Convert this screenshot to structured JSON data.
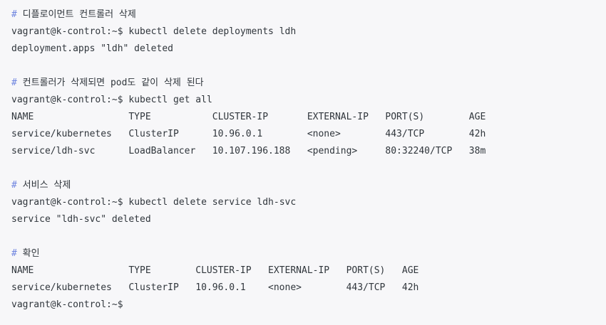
{
  "terminal": {
    "colors": {
      "background": "#f7f7f9",
      "text": "#30363c",
      "comment_hash": "#7086e0"
    },
    "lines": [
      {
        "kind": "comment",
        "hash": "#",
        "text": " 디플로이먼트 컨트롤러 삭제"
      },
      {
        "kind": "command",
        "prompt": "vagrant@k-control:~$ ",
        "command": "kubectl delete deployments ldh"
      },
      {
        "kind": "output",
        "text": "deployment.apps \"ldh\" deleted"
      },
      {
        "kind": "blank",
        "text": ""
      },
      {
        "kind": "comment",
        "hash": "#",
        "text": " 컨트롤러가 삭제되면 pod도 같이 삭제 된다"
      },
      {
        "kind": "command",
        "prompt": "vagrant@k-control:~$ ",
        "command": "kubectl get all"
      },
      {
        "kind": "output",
        "text": "NAME                 TYPE           CLUSTER-IP       EXTERNAL-IP   PORT(S)        AGE"
      },
      {
        "kind": "output",
        "text": "service/kubernetes   ClusterIP      10.96.0.1        <none>        443/TCP        42h"
      },
      {
        "kind": "output",
        "text": "service/ldh-svc      LoadBalancer   10.107.196.188   <pending>     80:32240/TCP   38m"
      },
      {
        "kind": "blank",
        "text": ""
      },
      {
        "kind": "comment",
        "hash": "#",
        "text": " 서비스 삭제"
      },
      {
        "kind": "command",
        "prompt": "vagrant@k-control:~$ ",
        "command": "kubectl delete service ldh-svc"
      },
      {
        "kind": "output",
        "text": "service \"ldh-svc\" deleted"
      },
      {
        "kind": "blank",
        "text": ""
      },
      {
        "kind": "comment",
        "hash": "#",
        "text": " 확인"
      },
      {
        "kind": "output",
        "text": "NAME                 TYPE        CLUSTER-IP   EXTERNAL-IP   PORT(S)   AGE"
      },
      {
        "kind": "output",
        "text": "service/kubernetes   ClusterIP   10.96.0.1    <none>        443/TCP   42h"
      },
      {
        "kind": "prompt",
        "prompt": "vagrant@k-control:~$"
      }
    ]
  }
}
